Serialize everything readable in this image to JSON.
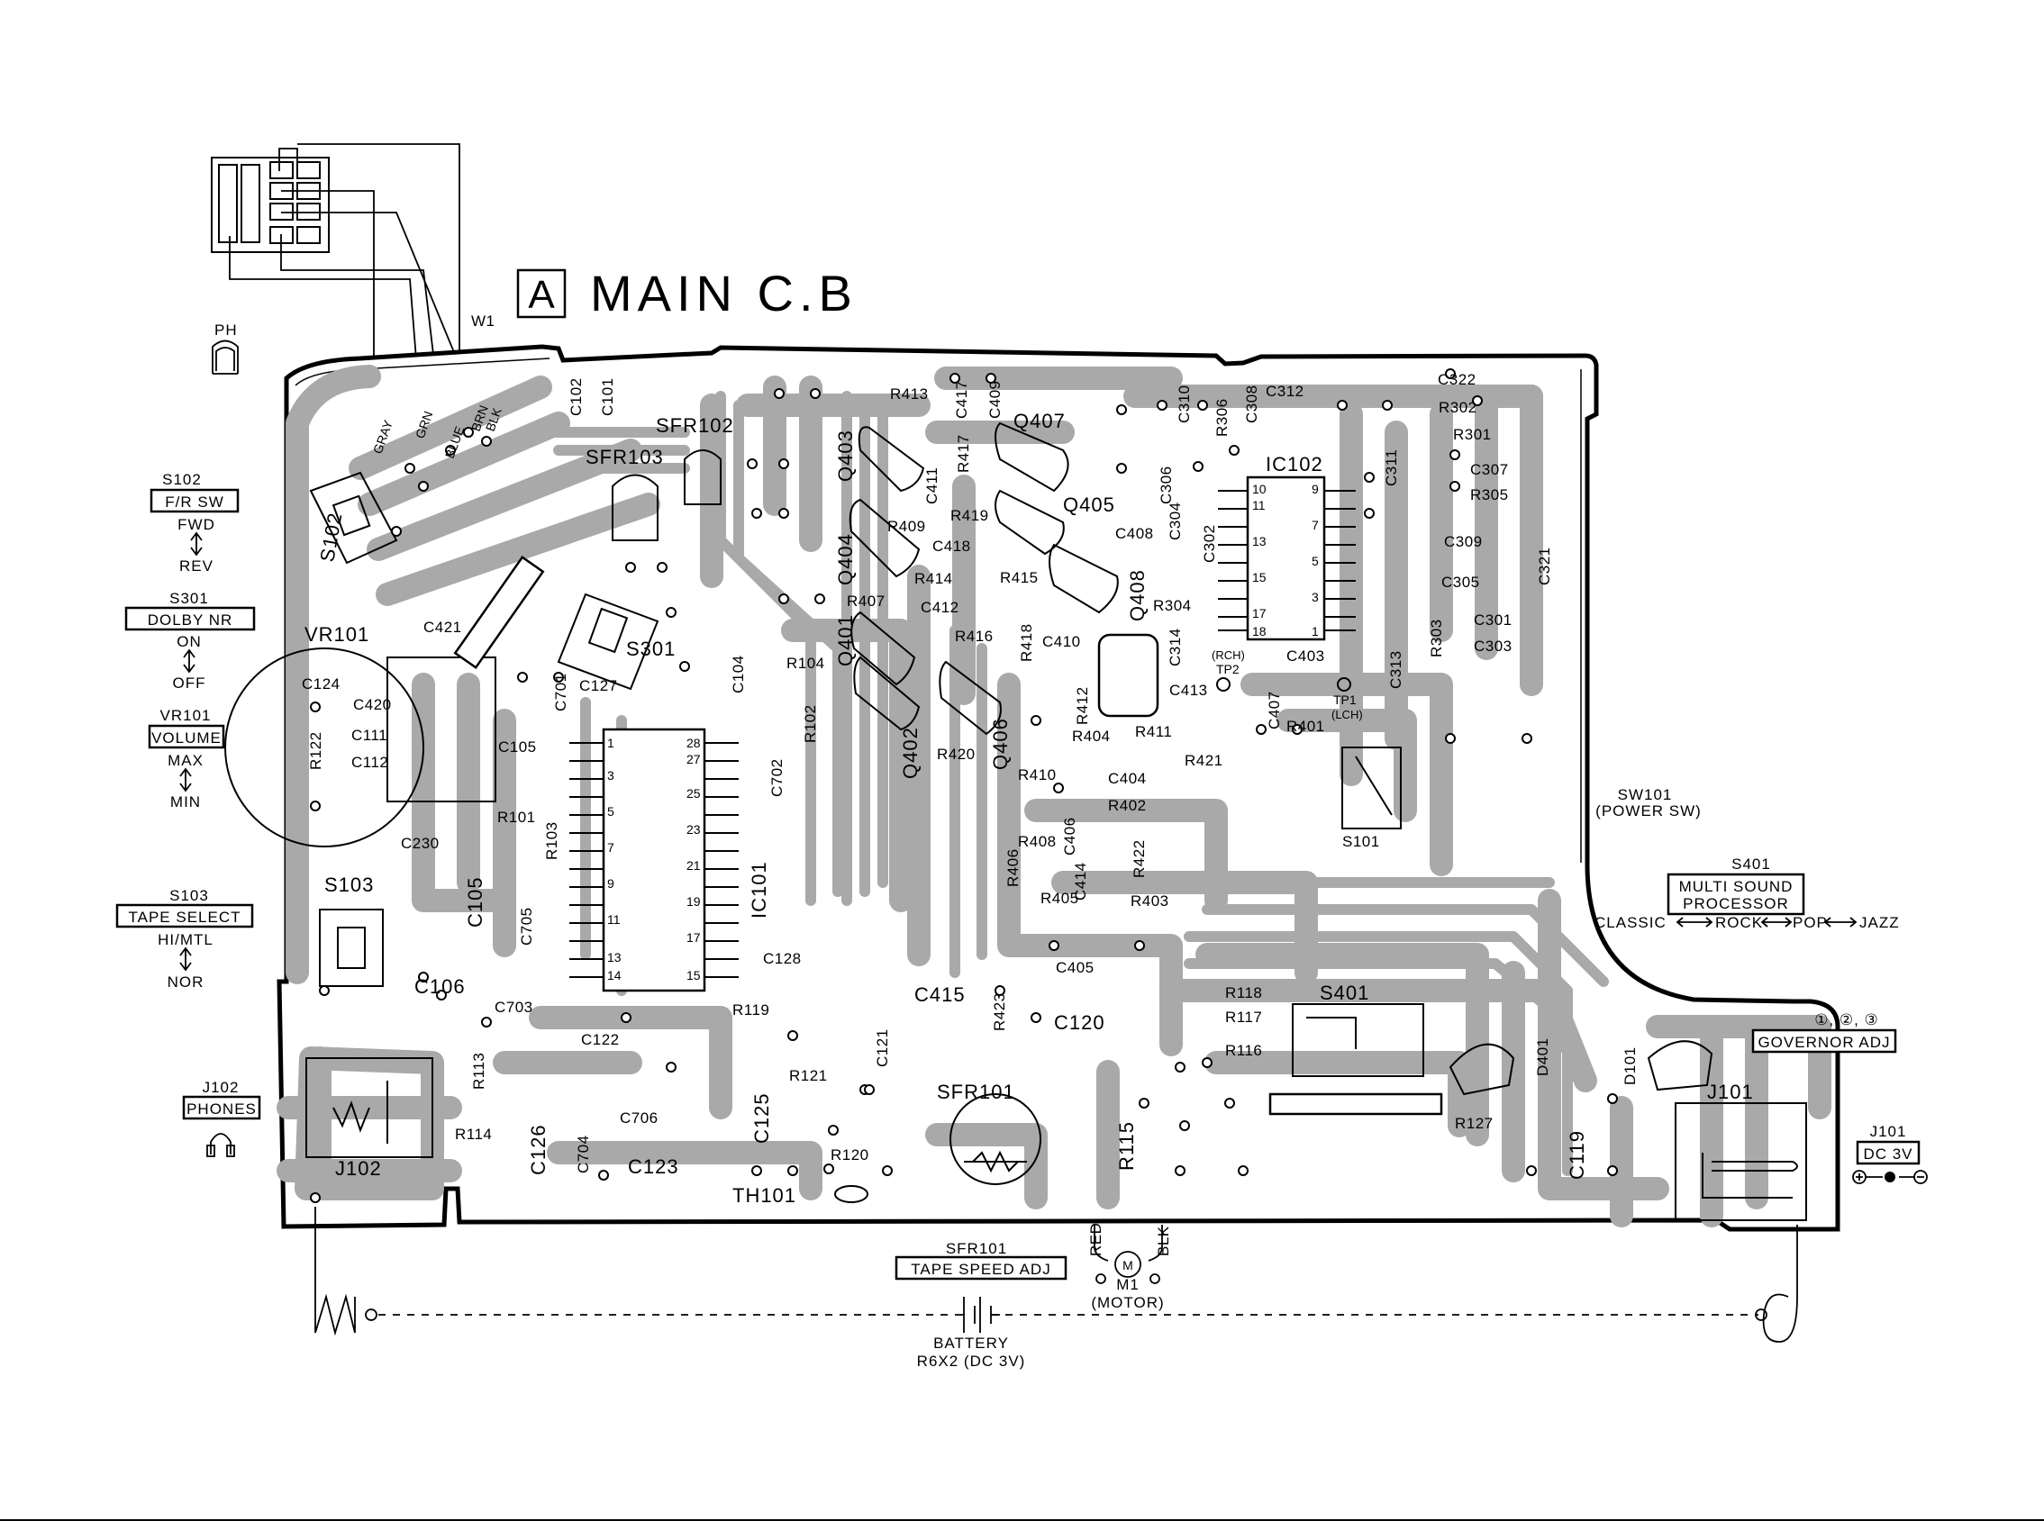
{
  "board_label_letter": "A",
  "board_title": "MAIN C.B",
  "left_annotations": {
    "ph": "PH",
    "s102": {
      "ref": "S102",
      "box": "F/R SW",
      "top": "FWD",
      "bottom": "REV"
    },
    "s301": {
      "ref": "S301",
      "box": "DOLBY NR",
      "top": "ON",
      "bottom": "OFF"
    },
    "vr101": {
      "ref": "VR101",
      "box": "VOLUME",
      "top": "MAX",
      "bottom": "MIN"
    },
    "s103": {
      "ref": "S103",
      "box": "TAPE SELECT",
      "top": "HI/MTL",
      "bottom": "NOR"
    },
    "j102": {
      "ref": "J102",
      "box": "PHONES"
    }
  },
  "right_annotations": {
    "sw101": {
      "ref": "SW101",
      "text": "(POWER SW)"
    },
    "s401": {
      "ref": "S401",
      "box_line1": "MULTI SOUND",
      "box_line2": "PROCESSOR",
      "modes": [
        "CLASSIC",
        "ROCK",
        "POP",
        "JAZZ"
      ]
    },
    "governor": {
      "ref": "①, ②, ③",
      "box": "GOVERNOR ADJ"
    },
    "j101": {
      "ref": "J101",
      "box": "DC 3V"
    }
  },
  "bottom_annotations": {
    "sfr101": {
      "ref": "SFR101",
      "box": "TAPE SPEED ADJ"
    },
    "motor": {
      "ref": "M1",
      "text": "(MOTOR)",
      "symbol": "M"
    },
    "battery": {
      "line1": "BATTERY",
      "line2": "R6X2 (DC 3V)"
    },
    "wire_red": "RED",
    "wire_blk": "BLK"
  },
  "wire_harness": {
    "ref": "W1",
    "colors": [
      "GRAY",
      "GRN",
      "BLUE",
      "BRN",
      "BLK"
    ]
  },
  "components": {
    "ic101": "IC101",
    "ic102": "IC102",
    "ic101_pins_left": [
      "1",
      "3",
      "5",
      "7",
      "9",
      "11",
      "13",
      "14"
    ],
    "ic101_pins_right": [
      "28",
      "27",
      "25",
      "23",
      "21",
      "19",
      "17",
      "15"
    ],
    "ic102_pins_left": [
      "10",
      "11",
      "13",
      "15",
      "17",
      "18"
    ],
    "ic102_pins_right": [
      "9",
      "7",
      "5",
      "3",
      "1"
    ],
    "q401": "Q401",
    "q402": "Q402",
    "q403": "Q403",
    "q404": "Q404",
    "q405": "Q405",
    "q406": "Q406",
    "q407": "Q407",
    "q408": "Q408",
    "s101": "S101",
    "s102": "S102",
    "s103": "S103",
    "s301": "S301",
    "s401": "S401",
    "sfr101": "SFR101",
    "sfr102": "SFR102",
    "sfr103": "SFR103",
    "vr101": "VR101",
    "j101": "J101",
    "j102": "J102",
    "th101": "TH101",
    "d101": "D101",
    "d401": "D401",
    "tp1": "TP1",
    "tp1_sub": "(LCH)",
    "tp2": "TP2",
    "tp2_sub": "(RCH)",
    "c101": "C101",
    "c102": "C102",
    "c104": "C104",
    "c105": "C105",
    "c106": "C106",
    "c111": "C111",
    "c112": "C112",
    "c119": "C119",
    "c120": "C120",
    "c121": "C121",
    "c122": "C122",
    "c123": "C123",
    "c124": "C124",
    "c125": "C125",
    "c126": "C126",
    "c127": "C127",
    "c128": "C128",
    "c230": "C230",
    "c301": "C301",
    "c302": "C302",
    "c303": "C303",
    "c304": "C304",
    "c305": "C305",
    "c306": "C306",
    "c307": "C307",
    "c308": "C308",
    "c309": "C309",
    "c310": "C310",
    "c311": "C311",
    "c312": "C312",
    "c313": "C313",
    "c314": "C314",
    "c321": "C321",
    "c322": "C322",
    "c403": "C403",
    "c404": "C404",
    "c405": "C405",
    "c406": "C406",
    "c407": "C407",
    "c408": "C408",
    "c409": "C409",
    "c410": "C410",
    "c411": "C411",
    "c412": "C412",
    "c413": "C413",
    "c414": "C414",
    "c415": "C415",
    "c417": "C417",
    "c418": "C418",
    "c420": "C420",
    "c421": "C421",
    "c701": "C701",
    "c702": "C702",
    "c703": "C703",
    "c704": "C704",
    "c705": "C705",
    "c706": "C706",
    "r101": "R101",
    "r102": "R102",
    "r103": "R103",
    "r104": "R104",
    "r113": "R113",
    "r114": "R114",
    "r115": "R115",
    "r116": "R116",
    "r117": "R117",
    "r118": "R118",
    "r119": "R119",
    "r120": "R120",
    "r121": "R121",
    "r122": "R122",
    "r127": "R127",
    "r301": "R301",
    "r302": "R302",
    "r303": "R303",
    "r304": "R304",
    "r305": "R305",
    "r306": "R306",
    "r401": "R401",
    "r402": "R402",
    "r403": "R403",
    "r404": "R404",
    "r405": "R405",
    "r406": "R406",
    "r407": "R407",
    "r408": "R408",
    "r409": "R409",
    "r410": "R410",
    "r411": "R411",
    "r412": "R412",
    "r413": "R413",
    "r414": "R414",
    "r415": "R415",
    "r416": "R416",
    "r417": "R417",
    "r418": "R418",
    "r419": "R419",
    "r420": "R420",
    "r421": "R421",
    "r422": "R422",
    "r423": "R423"
  },
  "colors": {
    "trace": "#a9a9a9",
    "ink": "#000000",
    "paper": "#ffffff"
  }
}
